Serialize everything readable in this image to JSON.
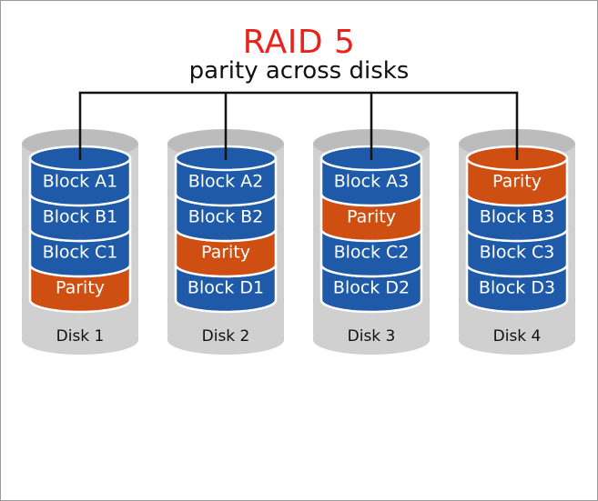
{
  "title": "RAID 5",
  "subtitle": "parity across disks",
  "colors": {
    "block_fill": "#1e5aa8",
    "block_stroke": "#ffffff",
    "parity_fill": "#cf4f12",
    "disk_body": "#d0d0d0",
    "disk_body_dark": "#bcbcbc",
    "disk_label_text": "#111111",
    "block_text": "#ffffff",
    "connector": "#111111",
    "title": "#e8231c"
  },
  "disks": [
    {
      "label": "Disk 1",
      "blocks": [
        {
          "label": "Block A1",
          "type": "data"
        },
        {
          "label": "Block B1",
          "type": "data"
        },
        {
          "label": "Block C1",
          "type": "data"
        },
        {
          "label": "Parity",
          "type": "parity"
        }
      ]
    },
    {
      "label": "Disk 2",
      "blocks": [
        {
          "label": "Block A2",
          "type": "data"
        },
        {
          "label": "Block B2",
          "type": "data"
        },
        {
          "label": "Parity",
          "type": "parity"
        },
        {
          "label": "Block D1",
          "type": "data"
        }
      ]
    },
    {
      "label": "Disk 3",
      "blocks": [
        {
          "label": "Block A3",
          "type": "data"
        },
        {
          "label": "Parity",
          "type": "parity"
        },
        {
          "label": "Block C2",
          "type": "data"
        },
        {
          "label": "Block D2",
          "type": "data"
        }
      ]
    },
    {
      "label": "Disk 4",
      "blocks": [
        {
          "label": "Parity",
          "type": "parity"
        },
        {
          "label": "Block B3",
          "type": "data"
        },
        {
          "label": "Block C3",
          "type": "data"
        },
        {
          "label": "Block D3",
          "type": "data"
        }
      ]
    }
  ]
}
